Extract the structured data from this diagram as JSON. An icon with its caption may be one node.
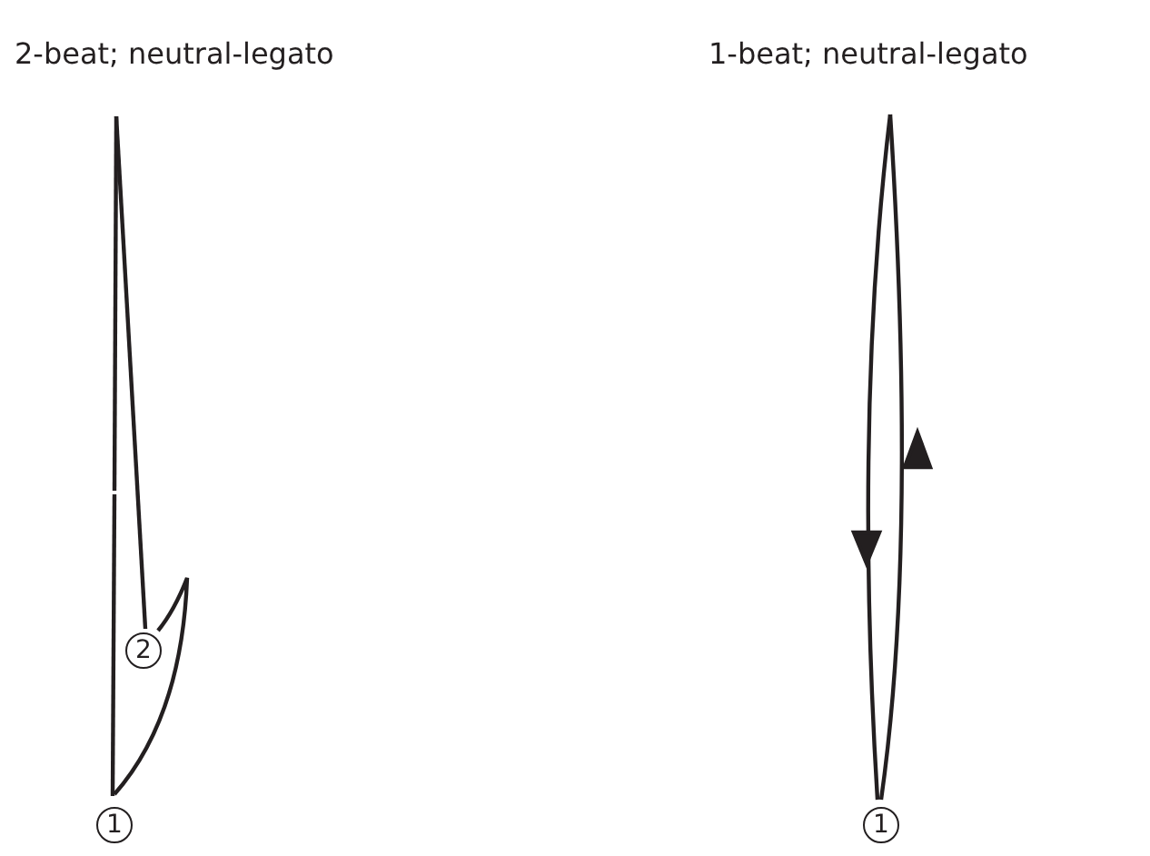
{
  "diagram": {
    "labels": [
      "2-beat; neutral-legato",
      "1-beat; neutral-legato",
      "2",
      "1",
      "1"
    ]
  }
}
